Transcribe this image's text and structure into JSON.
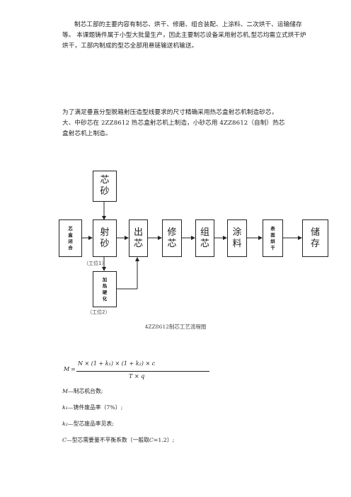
{
  "paragraphs": {
    "p1": "制芯工部的主要内容有制芯、烘干、修磨、组合装配、上涂料、二次烘干、运输储存等。 本课题铸件属于小型大批量生产，因此主要制芯设备采用射芯机,型芯均需立式烘干炉烘干，工部内制成的型芯全部用悬链输送机输送。",
    "p2_line1": "为了满足垂直分型脱箱射压造型线要求的尺寸精确采用热芯盒射芯机制造砂芯，",
    "p2_line2": "大、中砂芯在 2ZZ8612 热芯盒射芯机上制造，小砂芯用 4ZZ8612（自制）热芯",
    "p2_line3": "盒射芯机上制造。"
  },
  "flowchart": {
    "sand": "芯\n砂",
    "box_close": "芯\n盒\n闭\n合",
    "shoot": "射\n砂",
    "eject": "出\n芯",
    "trim": "修\n芯",
    "assemble": "组\n芯",
    "coat": "涂\n料",
    "surface_dry": "表\n面\n烘\n干",
    "store": "储\n存",
    "heat_harden": "加\n热\n硬\n化",
    "station1": "（工位1）",
    "station2": "（工位2）",
    "caption": "4ZZ8612制芯工艺流程图"
  },
  "formula": {
    "lhs": "M",
    "equals": "=",
    "numerator": "N × (1 + k₁) × (1 + k₂) × c",
    "denominator": "T × q"
  },
  "definitions": {
    "d1_sym": "M",
    "d1": "—制芯机台数;",
    "d2_sym": "k₁",
    "d2": "—铸件废品率（7%）;",
    "d3_sym": "k₂",
    "d3": "—型芯废品率见表;",
    "d4_sym": "C",
    "d4": "—型芯需要量不平衡系数（一般取",
    "d4_sym2": "C",
    "d4_end": "=1.2）;"
  }
}
